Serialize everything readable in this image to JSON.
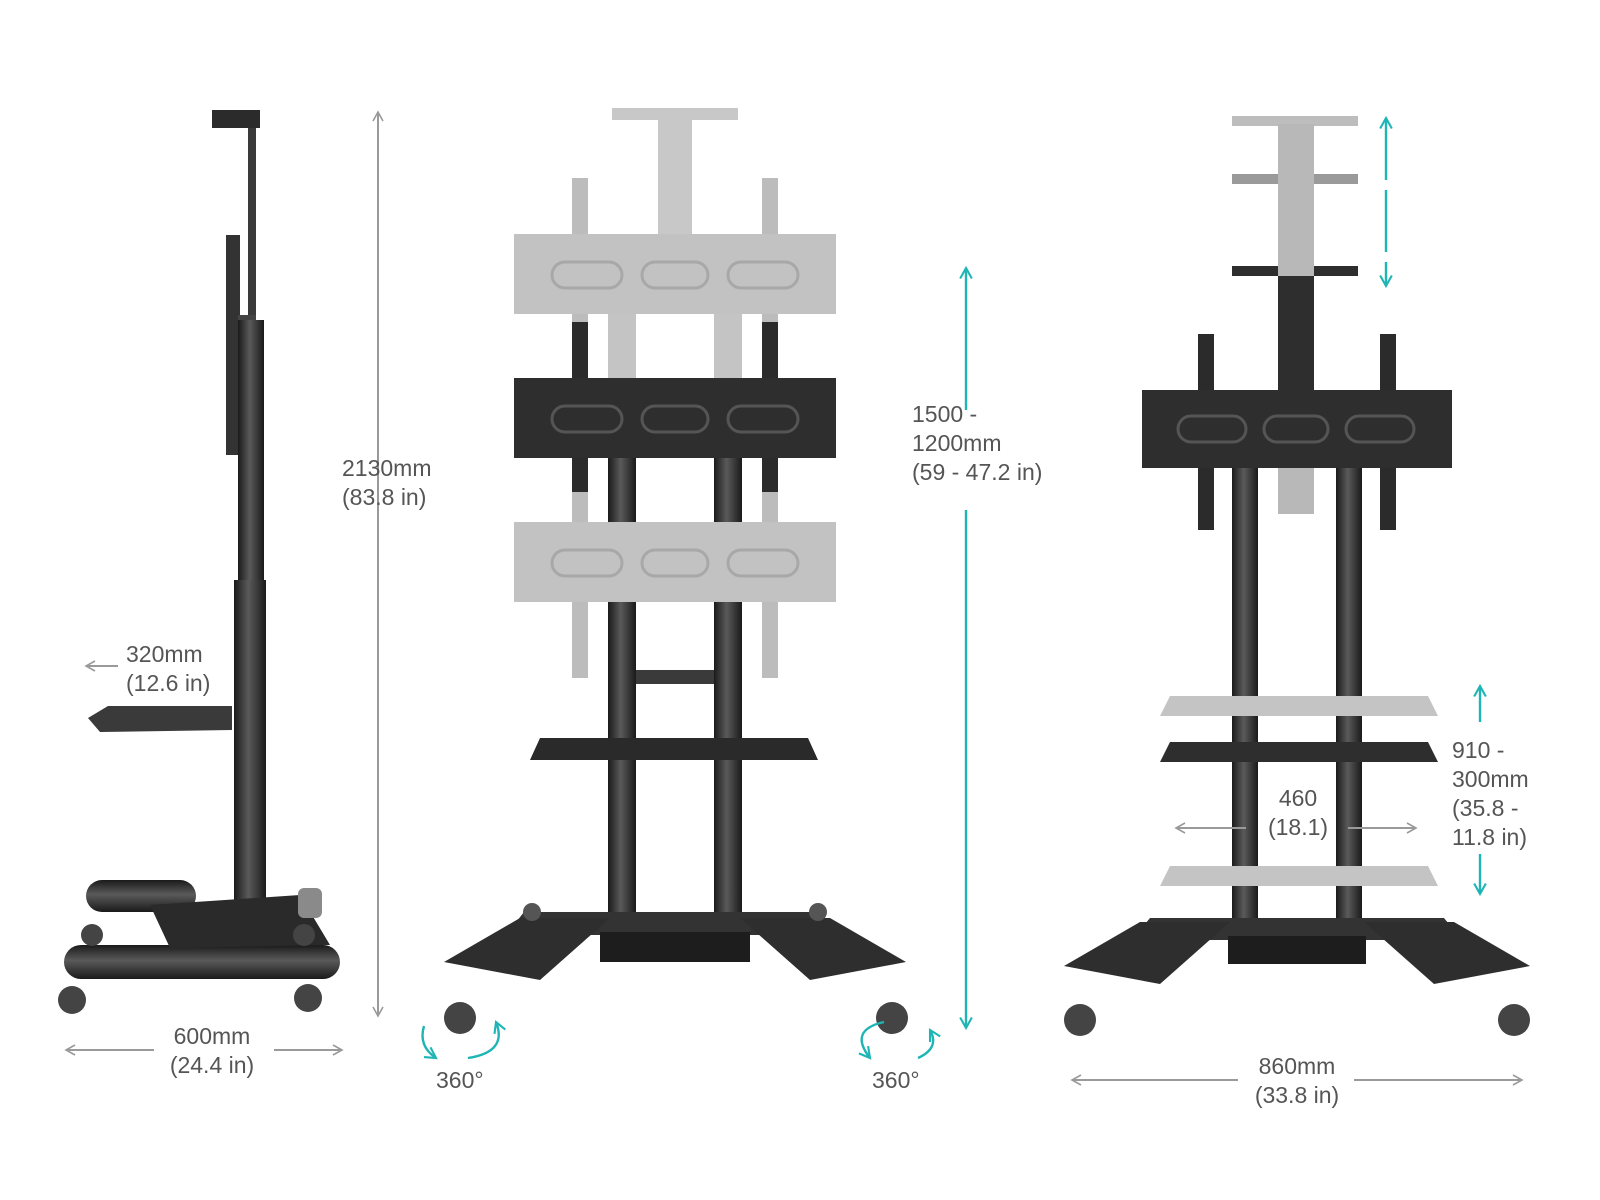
{
  "colors": {
    "accent": "#1fb5b5",
    "dim_gray": "#9a9a9a",
    "metal_dark": "#2e2e2e",
    "metal_light": "#bdbdbd",
    "text": "#555555"
  },
  "side_view": {
    "height": {
      "line1": "2130mm",
      "line2": "(83.8 in)"
    },
    "shelf_depth": {
      "line1": "320mm",
      "line2": "(12.6 in)"
    },
    "base_depth": {
      "line1": "600mm",
      "line2": "(24.4 in)"
    }
  },
  "front_view": {
    "mount_height": {
      "line1": "1500 -",
      "line2": "1200mm",
      "line3": "(59 - 47.2 in)"
    },
    "caster_left": {
      "label": "360°"
    },
    "caster_right": {
      "label": "360°"
    }
  },
  "right_view": {
    "shelf_height": {
      "line1": "910 -",
      "line2": "300mm",
      "line3": "(35.8 -",
      "line4": "11.8 in)"
    },
    "shelf_width": {
      "line1": "460",
      "line2": "(18.1)"
    },
    "base_width": {
      "line1": "860mm",
      "line2": "(33.8 in)"
    }
  }
}
